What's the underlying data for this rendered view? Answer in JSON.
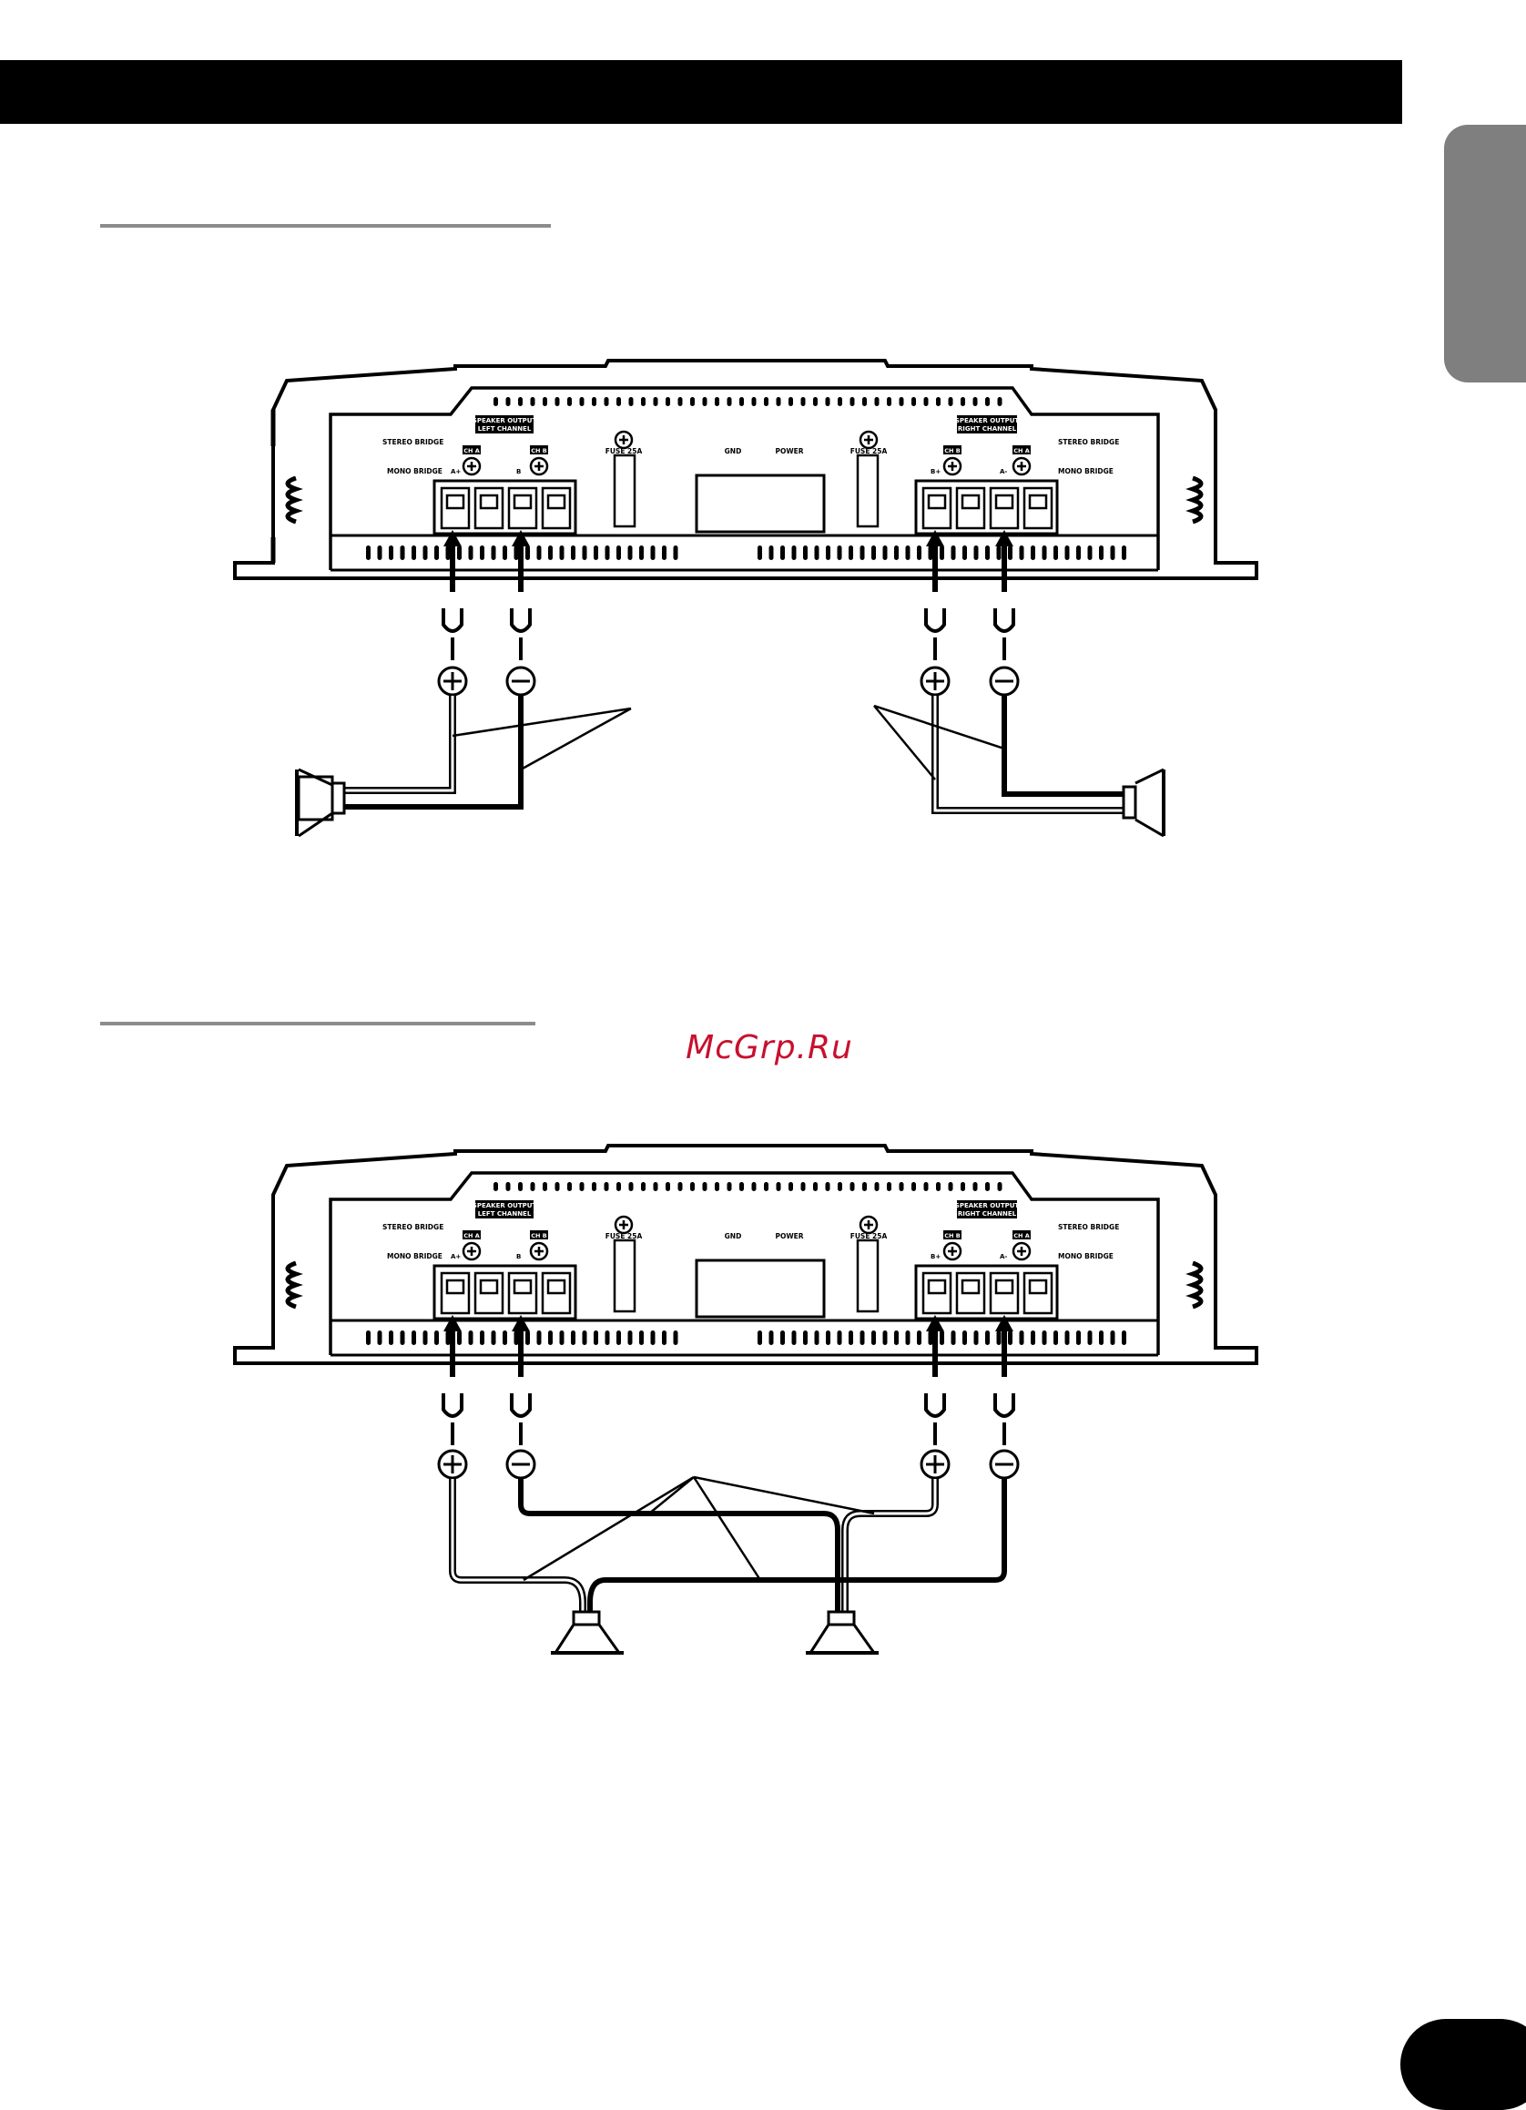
{
  "page": {
    "watermark": "McGrp.Ru"
  },
  "amplifier_labels": {
    "left_block": [
      "SPEAKER OUTPUT",
      "LEFT CHANNEL"
    ],
    "right_block": [
      "SPEAKER OUTPUT",
      "RIGHT CHANNEL"
    ],
    "stereo_bridge": "STEREO BRIDGE",
    "mono_bridge": "MONO BRIDGE",
    "ch_a": "CH A",
    "ch_b": "CH B",
    "a_plus": "A+",
    "a_minus": "A-",
    "b_plus": "B+",
    "b": "B",
    "fuse": "FUSE 25A",
    "gnd": "GND",
    "power": "POWER"
  },
  "colors": {
    "ink": "#000000",
    "rule": "#8c8c8c",
    "tab": "#7f7f7f",
    "watermark": "#c8102e"
  },
  "icons": [
    "plus-terminal-icon",
    "minus-terminal-icon",
    "spade-connector-icon",
    "speaker-icon",
    "screw-icon"
  ]
}
